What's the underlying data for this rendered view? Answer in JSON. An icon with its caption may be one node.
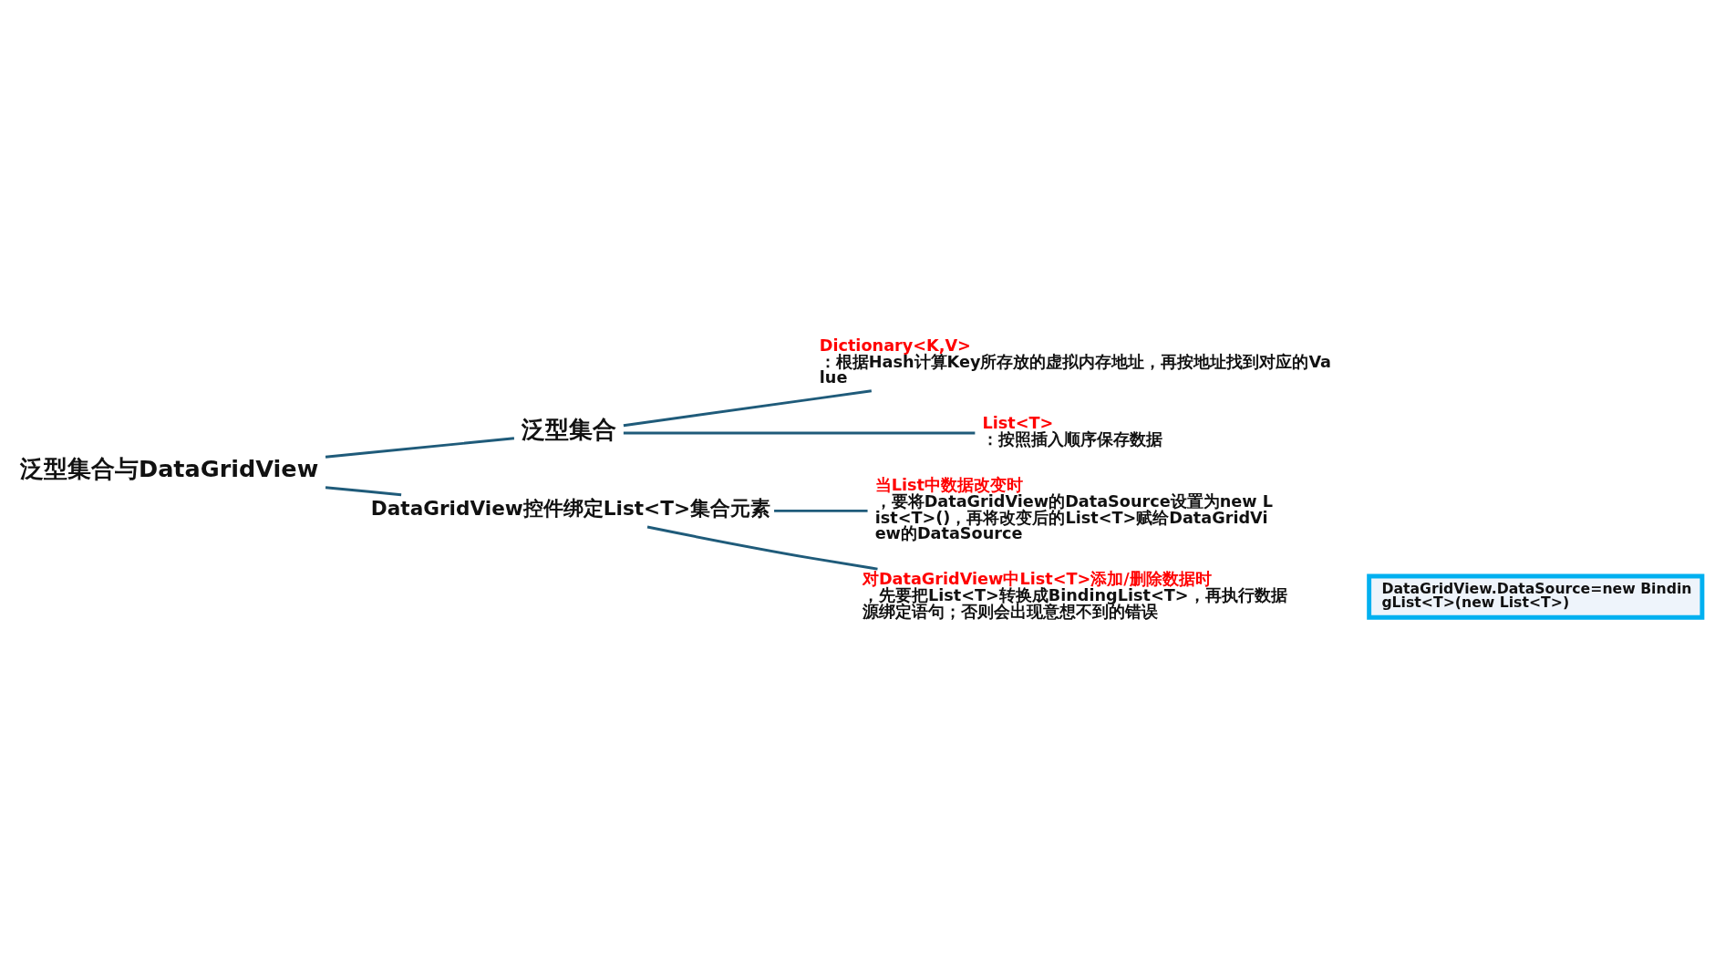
{
  "diagram": {
    "nodes": [
      {
        "text": [
          "泛型集合与DataGridView"
        ]
      },
      {
        "text": [
          "泛型集合"
        ]
      },
      {
        "text": [
          "Dictionary<K,V>",
          "：根据Hash计算Key所存放的虚拟内存地址，再按地址找到对应的Value"
        ]
      },
      {
        "text": [
          "List<T>",
          "：按照插入顺序保存数据"
        ]
      },
      {
        "text": [
          "DataGridView控件绑定List<T>集合元素"
        ]
      },
      {
        "text": [
          "当List中数据改变时",
          "，要将DataGridView的DataSource设置为new List<T>()，再将改变后的List<T>赋给DataGridView的DataSource"
        ]
      },
      {
        "text": [
          "对DataGridView中List<T>添加/删除数据时",
          "，先要把List<T>转换成BindingList<T>，再执行数据源绑定语句；否则会出现意想不到的错误"
        ]
      },
      {
        "text": [
          "DataGridView.DataSource=new BindingList<T>(new List<T>)"
        ]
      }
    ],
    "edges": [
      {
        "from": 0,
        "to": 1,
        "arrow": "none"
      },
      {
        "from": 0,
        "to": 4,
        "arrow": "none"
      },
      {
        "from": 1,
        "to": 2,
        "arrow": "none"
      },
      {
        "from": 1,
        "to": 3,
        "arrow": "none"
      },
      {
        "from": 4,
        "to": 5,
        "arrow": "none"
      },
      {
        "from": 4,
        "to": 6,
        "arrow": "none"
      }
    ]
  }
}
